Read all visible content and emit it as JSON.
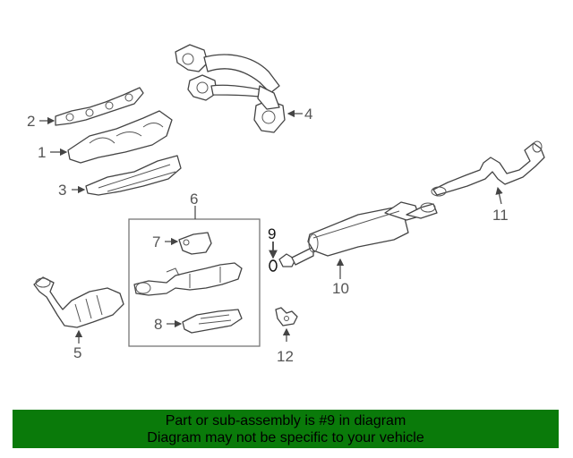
{
  "callouts": {
    "c1": "1",
    "c2": "2",
    "c3": "3",
    "c4": "4",
    "c5": "5",
    "c6": "6",
    "c7": "7",
    "c8": "8",
    "c9": "9",
    "c10": "10",
    "c11": "11",
    "c12": "12"
  },
  "banner": {
    "line1": "Part or sub-assembly is #9 in diagram",
    "line2": "Diagram may not be specific to your vehicle"
  },
  "colors": {
    "banner_bg": "#0a7a0a",
    "line_art": "#444444",
    "callout_text": "#555555"
  }
}
